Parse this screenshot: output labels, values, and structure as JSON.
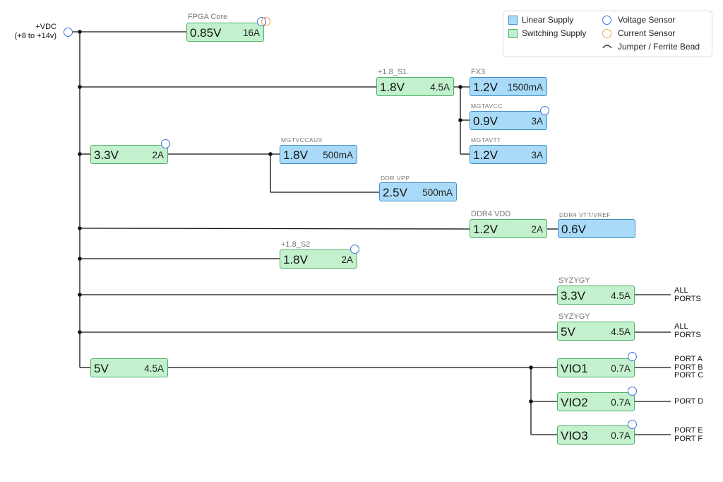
{
  "source": {
    "line1": "+VDC",
    "line2": "(+8 to +14v)"
  },
  "legend": {
    "linear": "Linear Supply",
    "switching": "Switching Supply",
    "voltage_sensor": "Voltage Sensor",
    "current_sensor": "Current Sensor",
    "jumper": "Jumper / Ferrite Bead"
  },
  "colors": {
    "switching_fill": "#c3f0cd",
    "switching_border": "#4fb06a",
    "linear_fill": "#a9dbf8",
    "linear_border": "#3f8fc4",
    "voltage_sensor": "#3d6fe0",
    "current_sensor": "#f0a24a"
  },
  "supplies": {
    "fpga_core": {
      "label": "FPGA Core",
      "voltage": "0.85V",
      "current": "16A"
    },
    "s1": {
      "label": "+1.8_S1",
      "voltage": "1.8V",
      "current": "4.5A"
    },
    "fx3": {
      "label": "FX3",
      "voltage": "1.2V",
      "current": "1500mA"
    },
    "mgtavcc": {
      "label": "MGTAVCC",
      "voltage": "0.9V",
      "current": "3A"
    },
    "mgtavtt": {
      "label": "MGTAVTT",
      "voltage": "1.2V",
      "current": "3A"
    },
    "v33": {
      "voltage": "3.3V",
      "current": "2A"
    },
    "mgtvccaux": {
      "label": "MGTVCCAUX",
      "voltage": "1.8V",
      "current": "500mA"
    },
    "ddr_vpp": {
      "label": "DDR VPP",
      "voltage": "2.5V",
      "current": "500mA"
    },
    "ddr4_vdd": {
      "label": "DDR4 VDD",
      "voltage": "1.2V",
      "current": "2A"
    },
    "ddr4_vtt": {
      "label": "DDR4 VTT/VREF",
      "voltage": "0.6V"
    },
    "s2": {
      "label": "+1.8_S2",
      "voltage": "1.8V",
      "current": "2A"
    },
    "syzygy_33": {
      "label": "SYZYGY",
      "voltage": "3.3V",
      "current": "4.5A"
    },
    "syzygy_5": {
      "label": "SYZYGY",
      "voltage": "5V",
      "current": "4.5A"
    },
    "v5": {
      "voltage": "5V",
      "current": "4.5A"
    },
    "vio1": {
      "voltage": "VIO1",
      "current": "0.7A"
    },
    "vio2": {
      "voltage": "VIO2",
      "current": "0.7A"
    },
    "vio3": {
      "voltage": "VIO3",
      "current": "0.7A"
    }
  },
  "outputs": {
    "syzygy_33": [
      "ALL",
      "PORTS"
    ],
    "syzygy_5": [
      "ALL",
      "PORTS"
    ],
    "vio1": [
      "PORT A",
      "PORT B",
      "PORT C"
    ],
    "vio2": [
      "PORT D"
    ],
    "vio3": [
      "PORT E",
      "PORT F"
    ]
  }
}
